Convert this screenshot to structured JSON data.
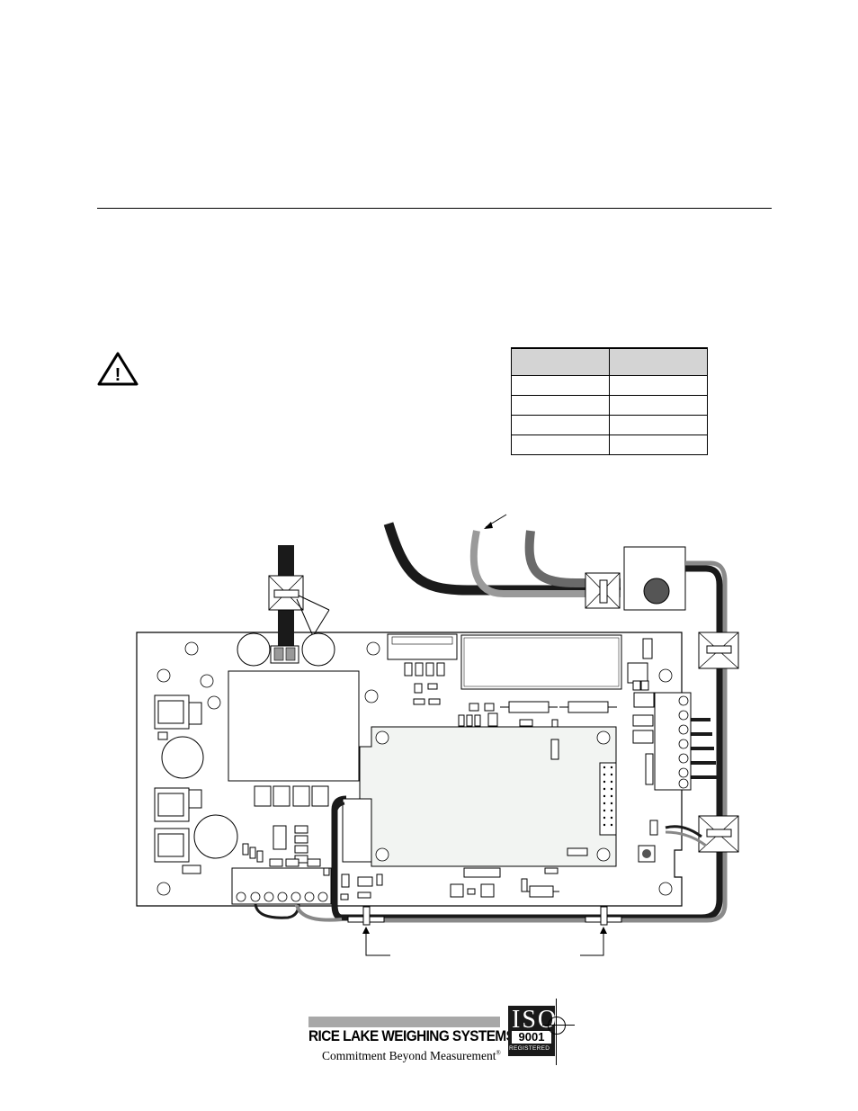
{
  "document": {
    "top_rule": true
  },
  "warning": {
    "icon": "warning-triangle-icon",
    "symbol": "!"
  },
  "spec_table": {
    "rows": 5,
    "columns": 2,
    "header_fill": "#d4d4d4"
  },
  "diagram": {
    "subject": "controller-board-cable-routing"
  },
  "footer": {
    "brand": "RICE LAKE WEIGHING SYSTEMS",
    "tagline": "Commitment Beyond Measurement",
    "tagline_mark": "®",
    "iso_text": "ISO",
    "iso_number": "9001",
    "iso_registered": "REGISTERED"
  }
}
